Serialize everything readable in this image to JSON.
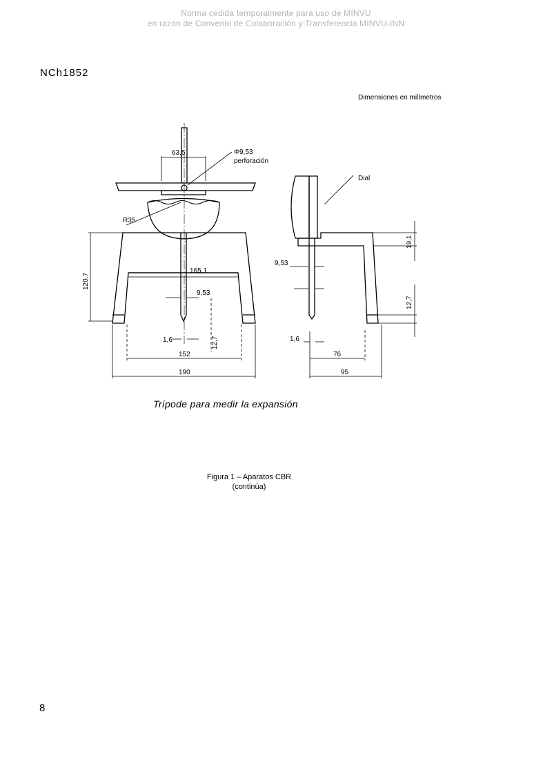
{
  "watermark": {
    "line1": "Norma cedida temporalmente para uso de MINVU",
    "line2": "en razón de Convenio de Colaboración y Transferencia MINVU-INN"
  },
  "header": {
    "doc_code": "NCh1852"
  },
  "units_note": "Dimensiones en milímetros",
  "drawing": {
    "labels": {
      "hole_dia": "Φ9,53",
      "hole_text": "perforación",
      "dim_63_5": "63,5",
      "radius": "R35",
      "height": "120,7",
      "span_165": "165,1",
      "rod_9_53": "9,53",
      "tip_1_6": "1,6",
      "tip_12_7": "12,7",
      "inner_152": "152",
      "outer_190": "190",
      "dial": "Dial",
      "side_19_1": "19,1",
      "side_9_53": "9,53",
      "side_12_7": "12,7",
      "side_1_6": "1,6",
      "side_76": "76",
      "side_95": "95"
    }
  },
  "caption": "Trípode para medir la expansión",
  "figure": {
    "title": "Figura 1 – Aparatos CBR",
    "subtitle": "(continúa)"
  },
  "page_number": "8"
}
